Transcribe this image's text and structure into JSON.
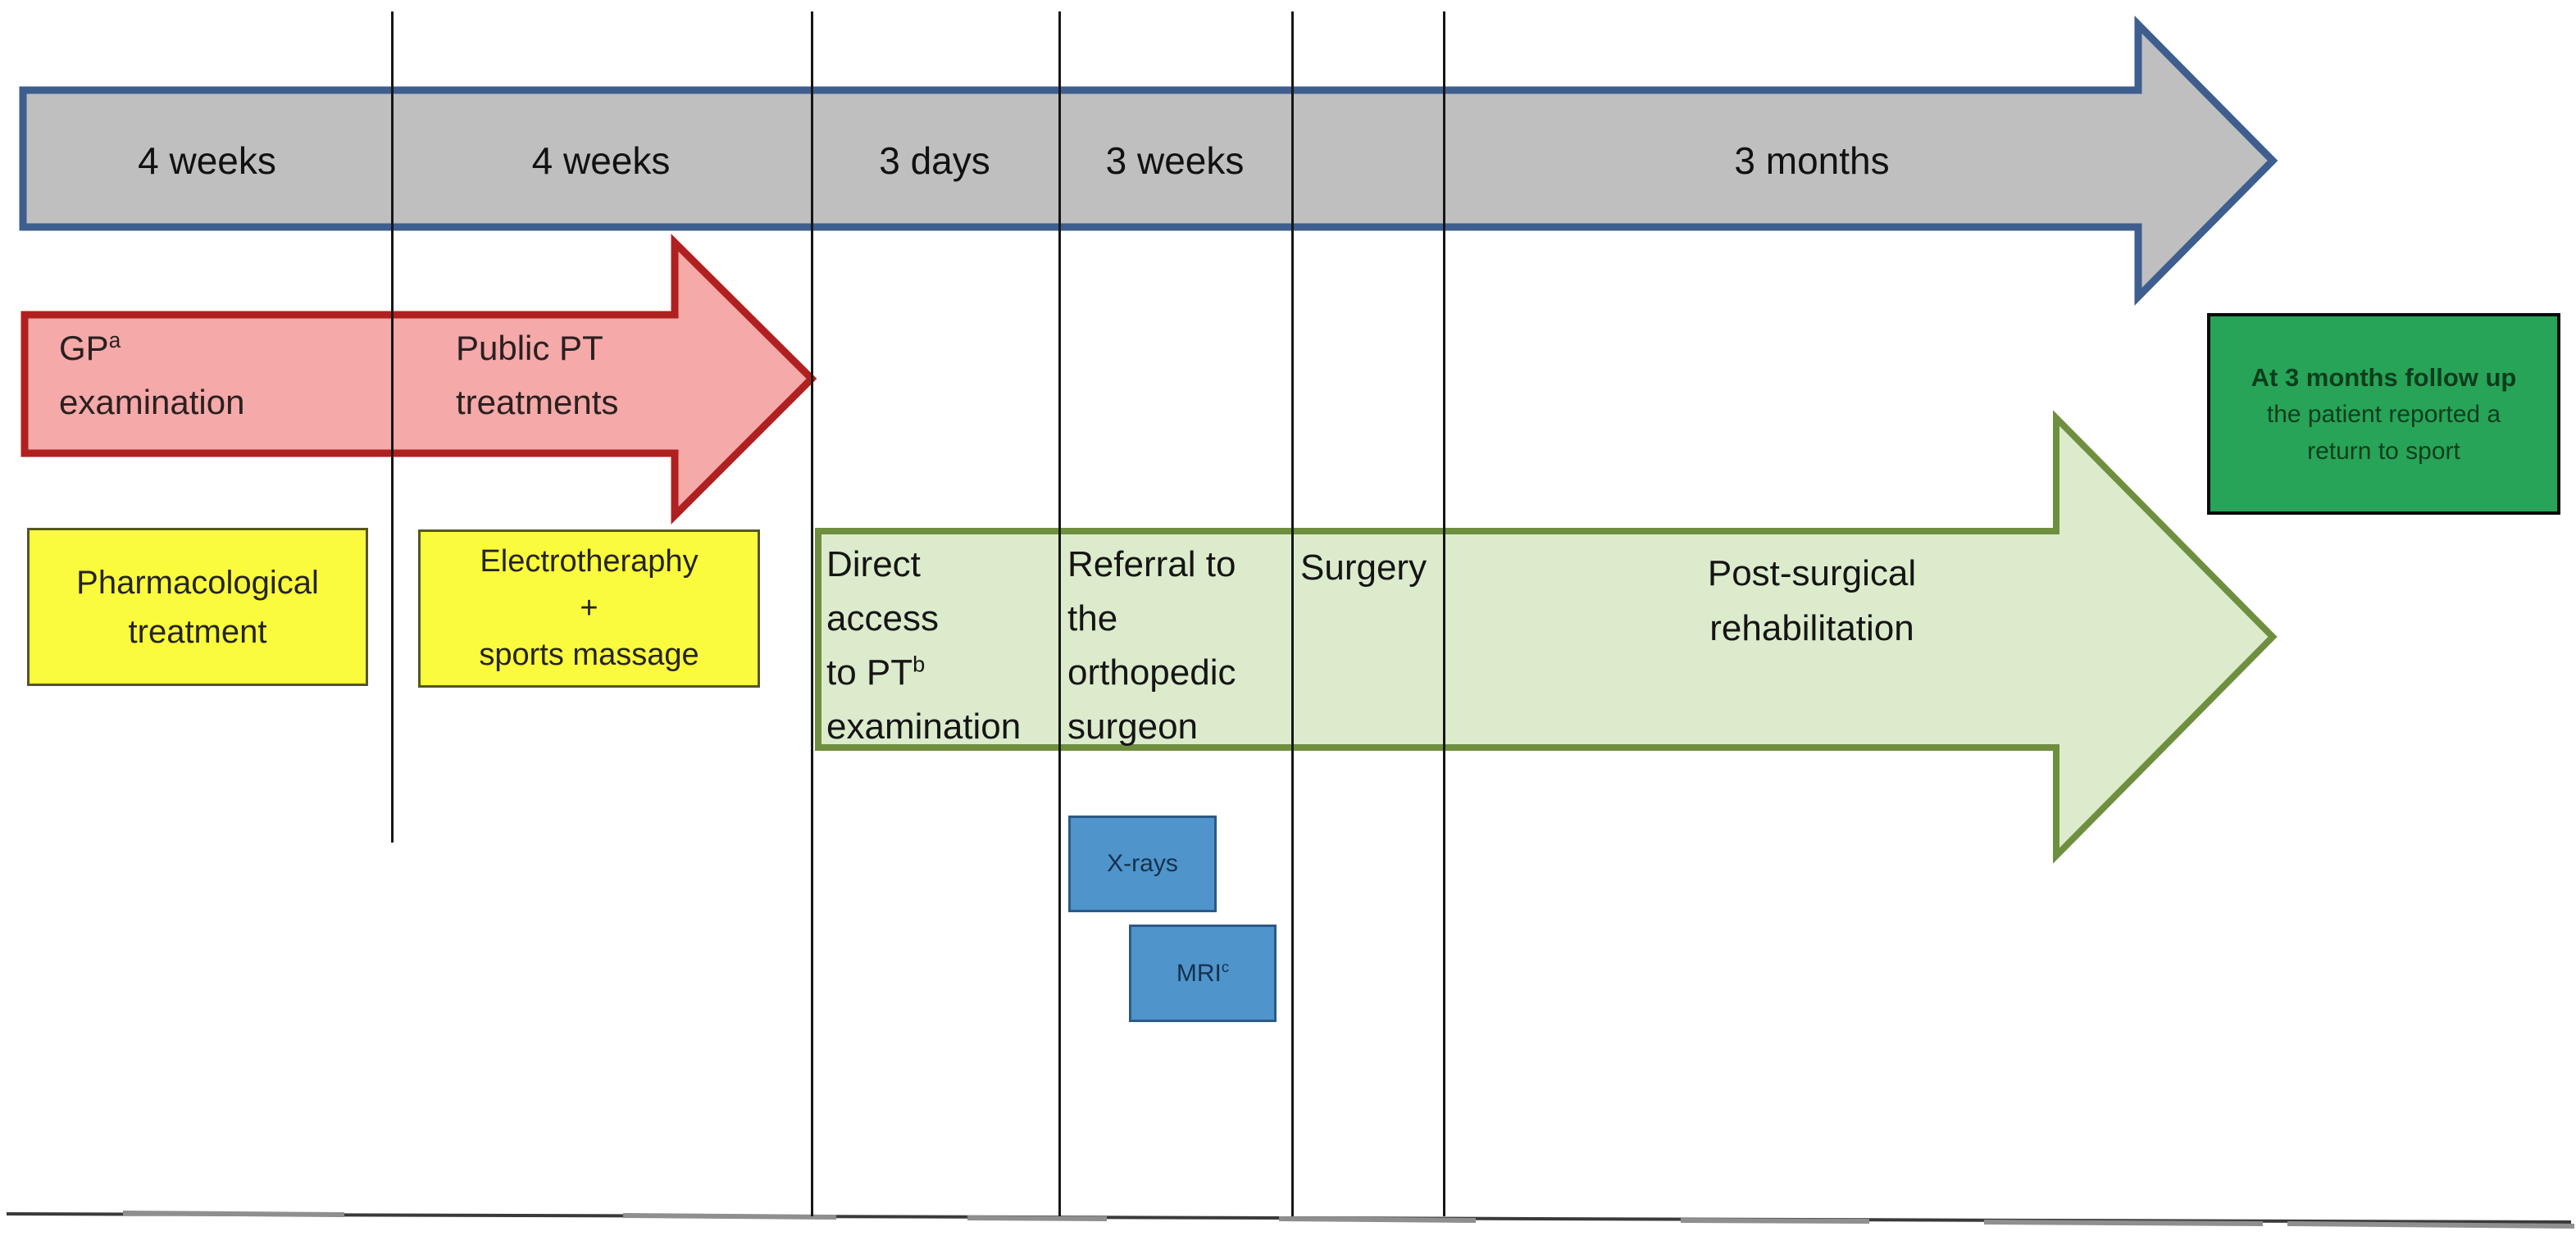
{
  "top_arrow": {
    "labels": [
      "4 weeks",
      "4 weeks",
      "3 days",
      "3 weeks",
      "3 months"
    ]
  },
  "red_arrow": {
    "segment1": {
      "line1_base": "GP",
      "line1_sup": "a",
      "line2": "examination"
    },
    "segment2": {
      "line1": "Public PT",
      "line2": "treatments"
    }
  },
  "yellow_boxes": [
    {
      "lines": [
        "Pharmacological",
        "treatment"
      ]
    },
    {
      "lines": [
        "Electrotheraphy",
        "+",
        "sports massage"
      ]
    }
  ],
  "green_arrow": {
    "direct_access": {
      "line1": "Direct",
      "line2": "access",
      "line3_base": "to PT",
      "line3_sup": "b",
      "line4": "examination"
    },
    "referral": {
      "line1": "Referral to",
      "line2": "the",
      "line3": "orthopedic",
      "line4": "surgeon"
    },
    "surgery": "Surgery",
    "rehab": {
      "line1": "Post-surgical",
      "line2": "rehabilitation"
    }
  },
  "imaging_boxes": {
    "xrays": "X-rays",
    "mri_base": "MRI",
    "mri_sup": "c"
  },
  "outcome_box": {
    "line1": "At 3 months follow up",
    "line2": "the patient reported a",
    "line3": "return to sport"
  },
  "colors": {
    "gray_arrow_fill": "#BFBFBF",
    "gray_arrow_border": "#3D5E8E",
    "red_arrow_fill": "#F5A9A9",
    "red_arrow_border": "#B02020",
    "green_arrow_fill": "#DCEBCC",
    "green_arrow_border": "#6E8F3F",
    "yellow_box_fill": "#FBFB3D",
    "blue_box_fill": "#4F94CA",
    "outcome_box_fill": "#27A457"
  }
}
